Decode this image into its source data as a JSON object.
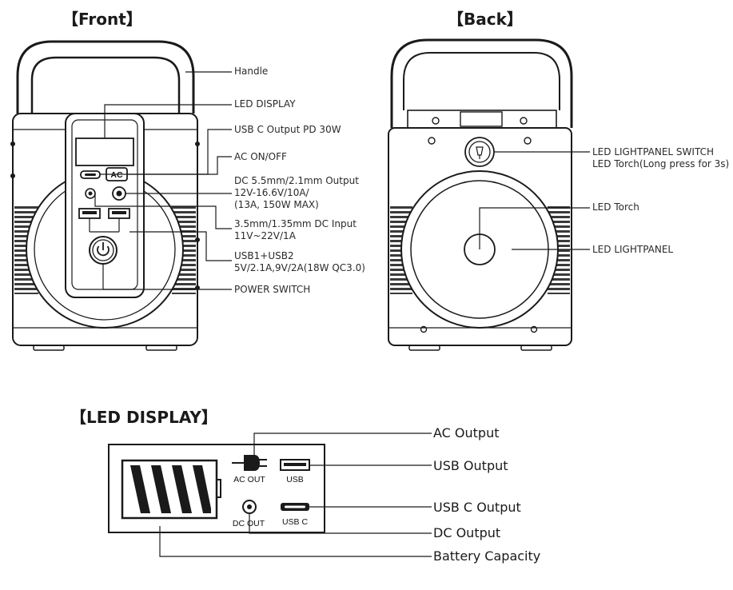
{
  "headings": {
    "front": "【Front】",
    "back": "【Back】",
    "led_display": "【LED DISPLAY】"
  },
  "front_labels": {
    "handle": "Handle",
    "led_display": "LED DISPLAY",
    "usb_c": "USB C Output PD 30W",
    "ac_onoff": "AC ON/OFF",
    "dc_output_1": "DC 5.5mm/2.1mm  Output",
    "dc_output_2": "12V-16.6V/10A/",
    "dc_output_3": "(13A, 150W MAX)",
    "dc_input_1": "3.5mm/1.35mm DC  Input",
    "dc_input_2": "11V~22V/1A",
    "usb_1": "USB1+USB2",
    "usb_2": "5V/2.1A,9V/2A(18W QC3.0)",
    "power_switch": "POWER SWITCH"
  },
  "back_labels": {
    "switch_1": "LED LIGHTPANEL SWITCH",
    "switch_2": "LED Torch(Long press for 3s)",
    "torch": "LED Torch",
    "lightpanel": "LED LIGHTPANEL"
  },
  "device_marks": {
    "ac_button": "AC"
  },
  "display": {
    "ac_out_icon": "AC OUT",
    "usb_icon": "USB",
    "dc_out_icon": "DC OUT",
    "usbc_icon": "USB C",
    "callouts": {
      "ac_output": "AC Output",
      "usb_output": "USB Output",
      "usbc_output": "USB C Output",
      "dc_output": "DC Output",
      "battery_capacity": "Battery Capacity"
    }
  },
  "colors": {
    "line": "#1a1a1a",
    "device_fill": "#ffffff",
    "grille": "#3a3a3a"
  },
  "icons": [
    "power-icon",
    "torch-switch-icon",
    "plug-icon",
    "battery-icon"
  ]
}
